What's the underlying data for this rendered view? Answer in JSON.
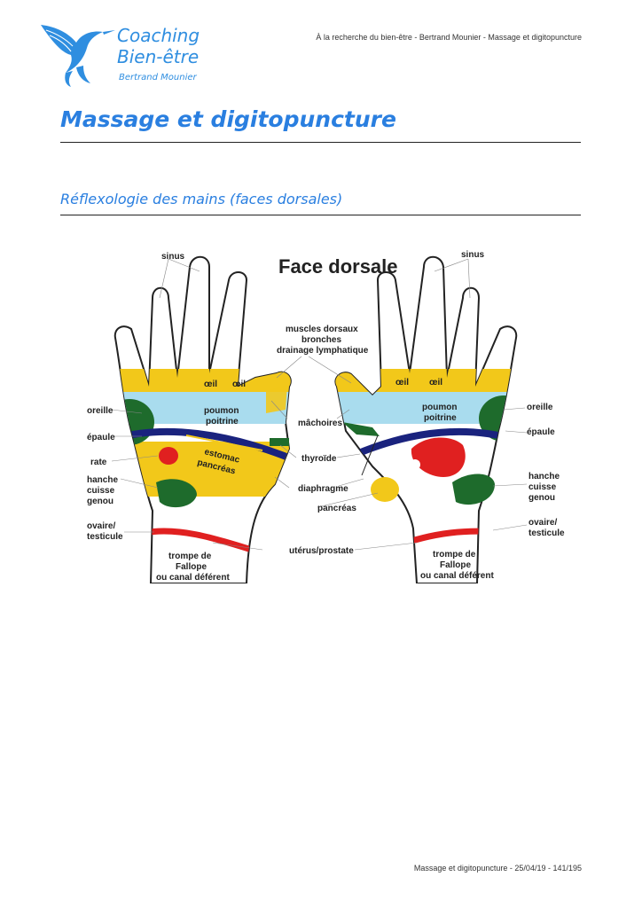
{
  "logo": {
    "line1": "Coaching",
    "line2": "Bien-être",
    "line3": "Bertrand Mounier"
  },
  "header": {
    "breadcrumb": "À la recherche du bien-être - Bertrand Mounier - Massage et digitopuncture"
  },
  "page": {
    "title": "Massage et digitopuncture",
    "subtitle": "Réflexologie des mains (faces dorsales)"
  },
  "figure": {
    "heading": "Face dorsale",
    "labels": {
      "sinus_left": "sinus",
      "sinus_right": "sinus",
      "muscles": "muscles dorsaux",
      "bronches": "bronches",
      "drainage": "drainage lymphatique",
      "oeil1": "œil",
      "oeil2": "œil",
      "oeil3": "œil",
      "oeil4": "œil",
      "poumon_l": "poumon",
      "poitrine_l": "poitrine",
      "poumon_r": "poumon",
      "poitrine_r": "poitrine",
      "oreille_l": "oreille",
      "oreille_r": "oreille",
      "epaule_l": "épaule",
      "epaule_r": "épaule",
      "machoires": "mâchoires",
      "thyroide": "thyroïde",
      "rate": "rate",
      "estomac": "estomac",
      "pancreas_in": "pancréas",
      "hanche_l": "hanche",
      "cuisse_l": "cuisse",
      "genou_l": "genou",
      "hanche_r": "hanche",
      "cuisse_r": "cuisse",
      "genou_r": "genou",
      "diaphragme": "diaphragme",
      "pancreas": "pancréas",
      "ovaire_l": "ovaire/",
      "testicule_l": "testicule",
      "ovaire_r": "ovaire/",
      "testicule_r": "testicule",
      "uterus": "utérus/prostate",
      "trompe_l1": "trompe de",
      "trompe_l2": "Fallope",
      "trompe_l3": "ou canal déférent",
      "trompe_r1": "trompe de",
      "trompe_r2": "Fallope",
      "trompe_r3": "ou canal déférent"
    }
  },
  "footer": {
    "text": "Massage et digitopuncture - 25/04/19 - 141/195"
  }
}
